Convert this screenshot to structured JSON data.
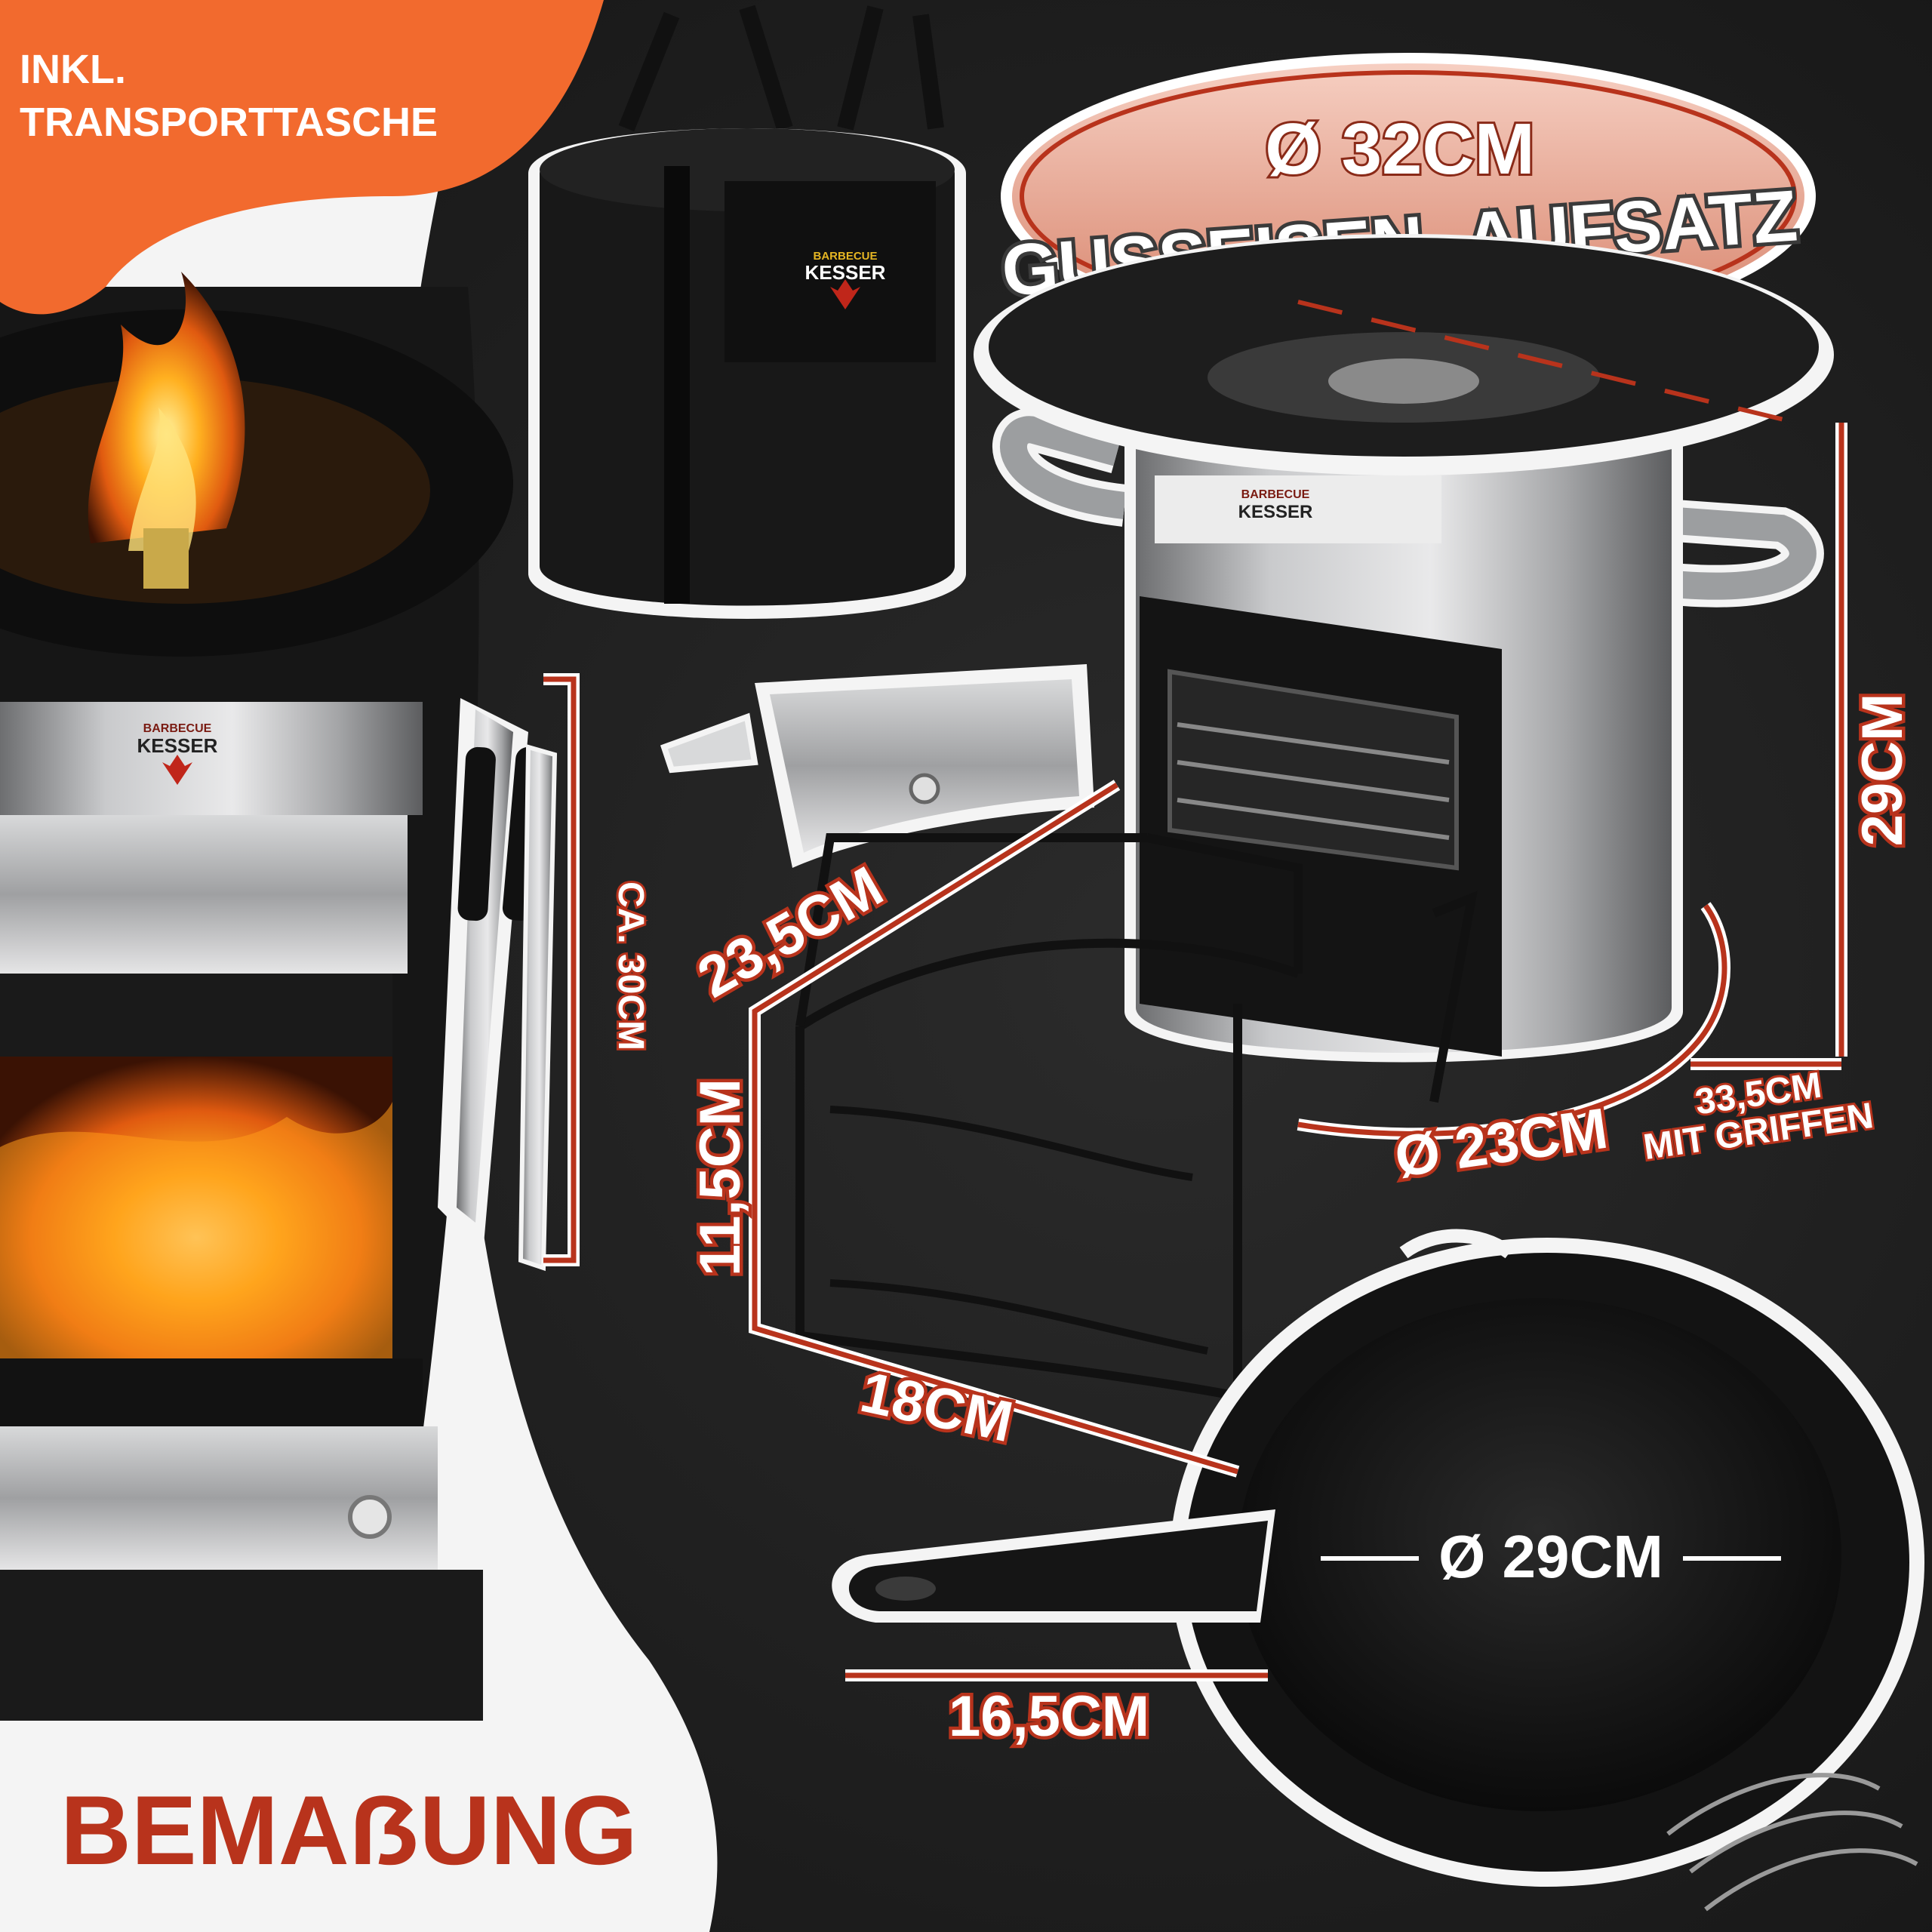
{
  "badge": {
    "line1": "INKL.",
    "line2": "TRANSPORTTASCHE"
  },
  "headline": {
    "diameter": "Ø 32CM",
    "title": "GUSSEISEN- AUFSATZ"
  },
  "section_label": "BEMAẞUNG",
  "brand": {
    "top": "BARBECUE",
    "name": "KESSER"
  },
  "dimensions": {
    "stove_height": "29CM",
    "stove_diameter": "Ø 23CM",
    "width_with_handles": "33,5CM",
    "width_with_handles_note": "MIT GRIFFEN",
    "rack_depth": "23,5CM",
    "rack_height": "11,5CM",
    "rack_width": "18CM",
    "tongs_length": "CA. 30CM",
    "pan_diameter": "Ø 29CM",
    "pan_handle": "16,5CM"
  },
  "colors": {
    "accent_orange": "#f26a2e",
    "dimension_red": "#b8331c",
    "background": "#1c1c1c",
    "headline_pink": "#f3c4b6"
  }
}
